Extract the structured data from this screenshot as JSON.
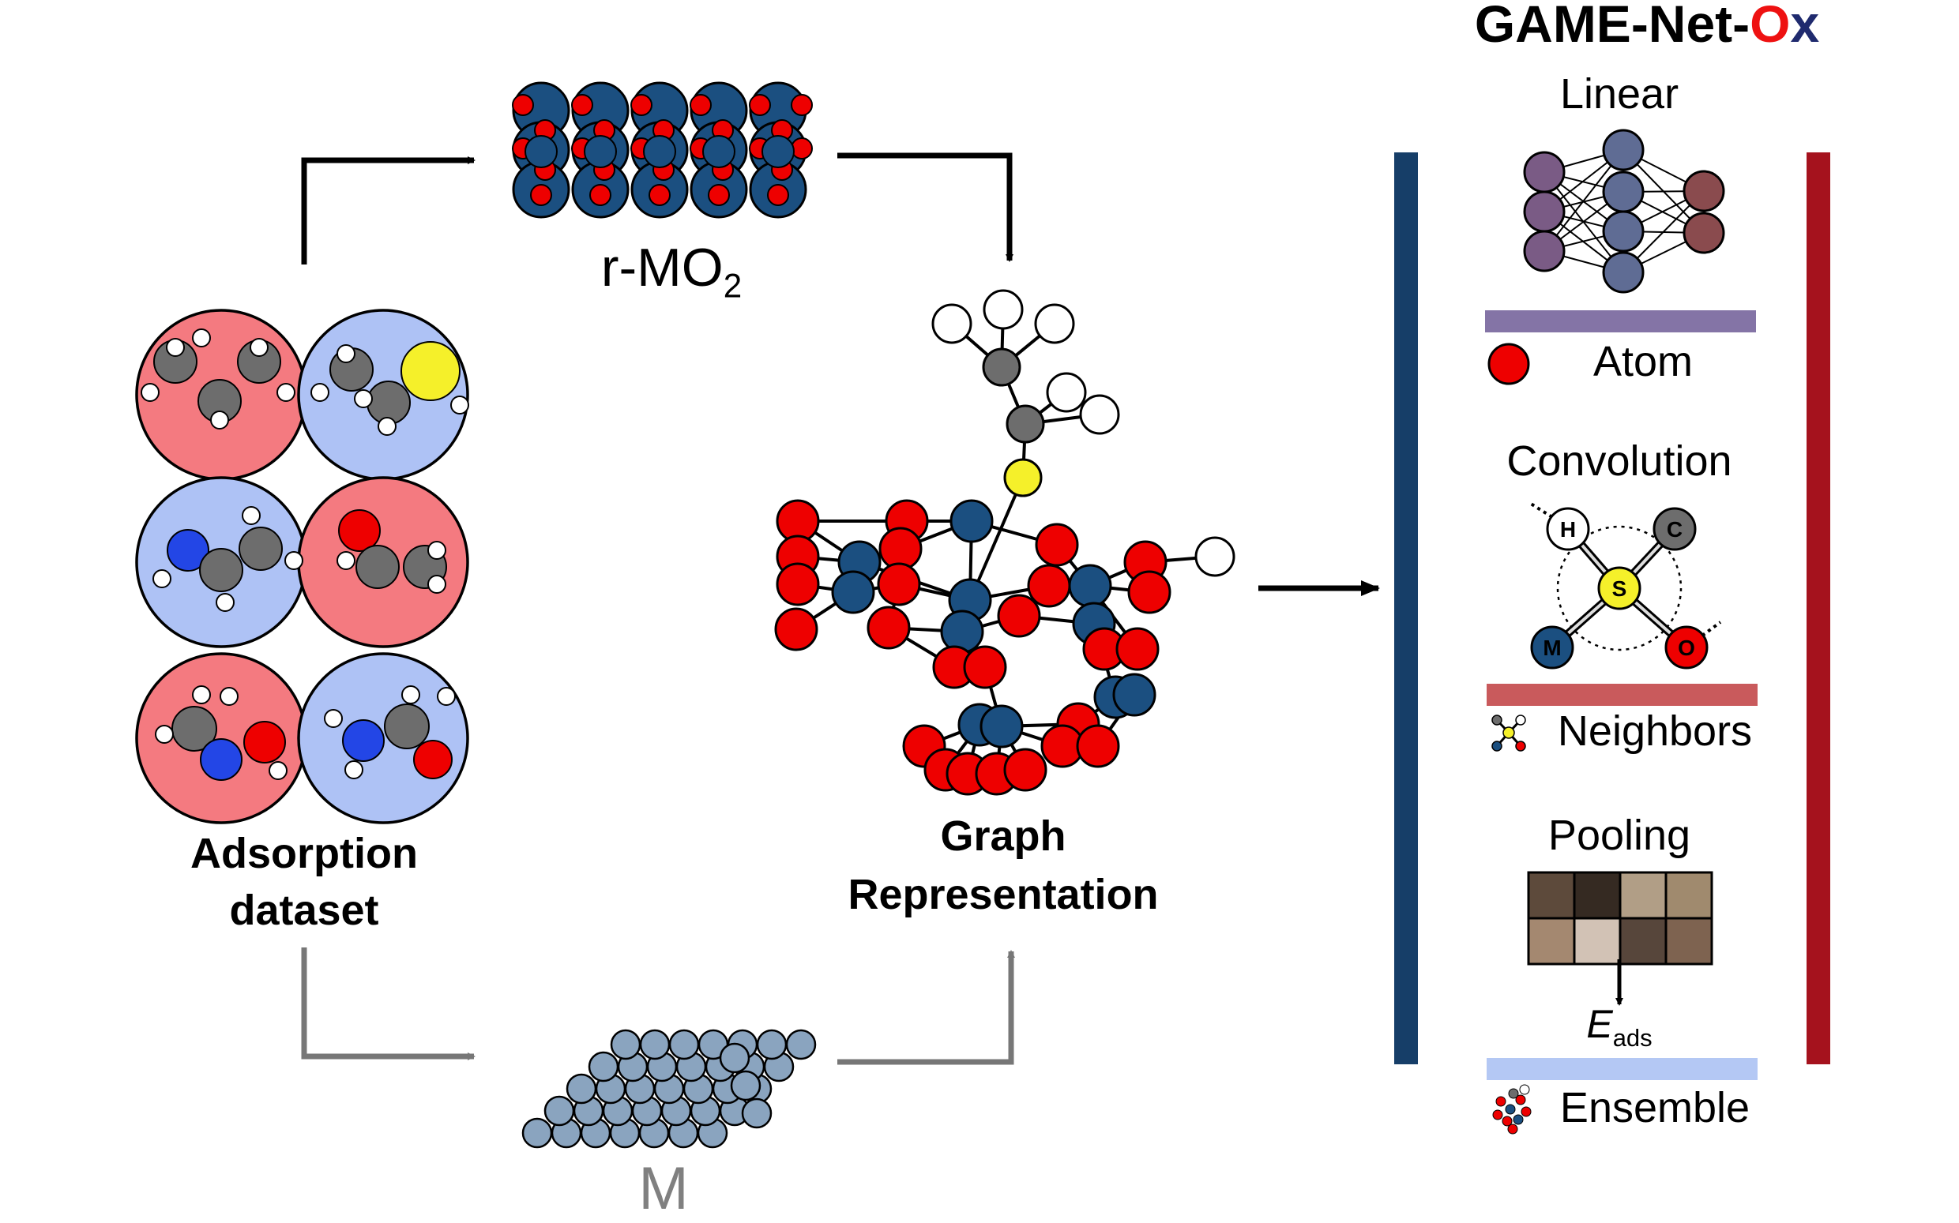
{
  "title": {
    "part1": "GAME-Net-",
    "part2": "O",
    "part3": "x"
  },
  "labels": {
    "surface_oxide": "r-MO",
    "surface_oxide_sub": "2",
    "surface_metal": "M",
    "dataset_line1": "Adsorption",
    "dataset_line2": "dataset",
    "graph_line1": "Graph",
    "graph_line2": "Representation"
  },
  "network": {
    "linear": "Linear",
    "atom": "Atom",
    "convolution": "Convolution",
    "neighbors": "Neighbors",
    "pooling": "Pooling",
    "energy_main": "E",
    "energy_sub": "ads",
    "ensemble": "Ensemble"
  },
  "conv_atoms": {
    "h": "H",
    "c": "C",
    "s": "S",
    "m": "M",
    "o": "O"
  },
  "colors": {
    "oxygen": "#ee0000",
    "metal": "#1b4f80",
    "carbon": "#6d6d6d",
    "hydrogen": "#ffffff",
    "sulfur": "#f5f02a",
    "nitrogen": "#2346e6",
    "metal_surface": "#8aa4bf",
    "pink_bg": "#f47a80",
    "blue_bg": "#aec2f5",
    "linear_bar": "#8474a6",
    "conv_bar": "#c95a5c",
    "ensemble_bar": "#b4c8f4",
    "left_rail": "#163e68",
    "right_rail": "#a5121d",
    "title_red": "#ee1111",
    "title_navy": "#1f2a6e"
  },
  "icons": [
    "arrow-icon",
    "neural-net-icon",
    "atom-icon",
    "neighbors-icon",
    "ensemble-icon",
    "pooling-grid-icon"
  ]
}
